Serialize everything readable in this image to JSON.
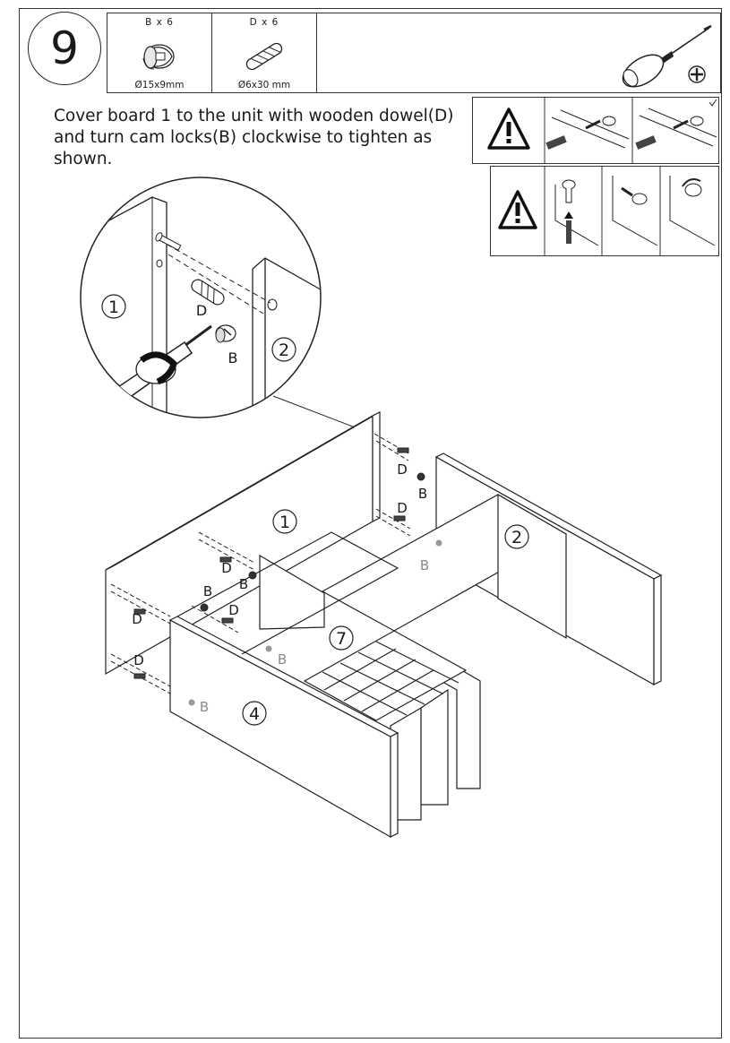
{
  "step": {
    "number": "9"
  },
  "parts": [
    {
      "qty": "B x 6",
      "size": "Ø15x9mm",
      "icon": "cam-lock-icon"
    },
    {
      "qty": "D x 6",
      "size": "Ø6x30 mm",
      "icon": "wooden-dowel-icon"
    }
  ],
  "tool": {
    "icon": "phillips-screwdriver-icon"
  },
  "instruction": "Cover board 1 to the unit with wooden dowel(D) and turn cam locks(B) clockwise to tighten as shown.",
  "warnings": [
    {
      "icon": "warning-triangle-icon",
      "topic": "dowel-alignment"
    },
    {
      "icon": "warning-triangle-icon",
      "topic": "cam-lock-orientation"
    }
  ],
  "detail_labels": {
    "board_1": "1",
    "board_2": "2",
    "dowel": "D",
    "cam": "B"
  },
  "assembly_labels": {
    "board_1": "1",
    "board_2": "2",
    "board_4": "4",
    "board_7": "7",
    "dowel": "D",
    "cam": "B"
  }
}
